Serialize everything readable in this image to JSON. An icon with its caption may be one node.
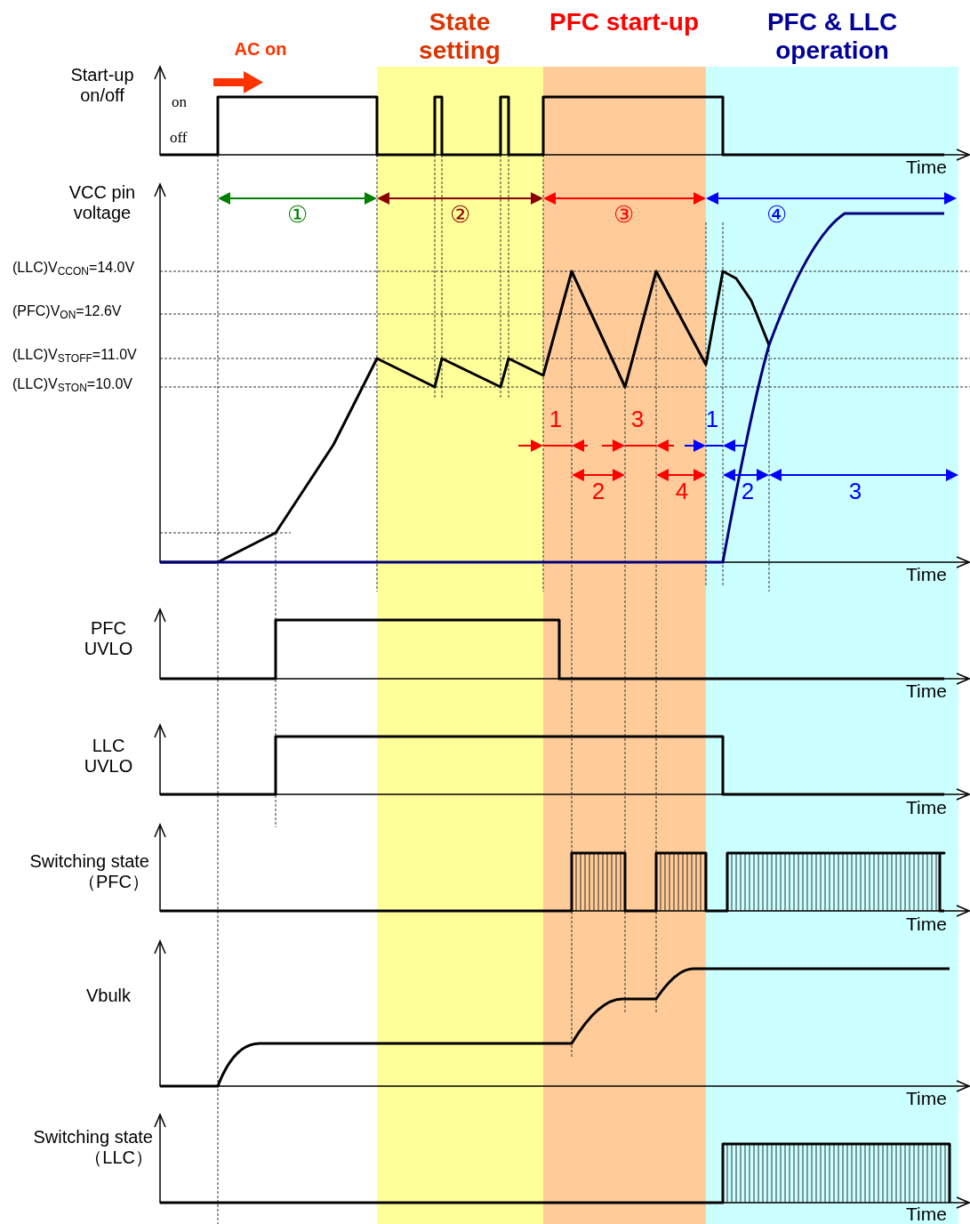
{
  "diagram": {
    "labels": [
      "State setting",
      "PFC start-up",
      "PFC & LLC operation",
      "AC on",
      "Start-up on/off",
      "on",
      "off",
      "Time",
      "VCC pin voltage",
      "①",
      "②",
      "③",
      "④",
      "(LLC)V$_{CCON}$=14.0V",
      "(PFC)V$_{ON}$=12.6V",
      "(LLC)V$_{STOFF}$=11.0V",
      "(LLC)V$_{STON}$=10.0V",
      "1",
      "3",
      "1",
      "2",
      "4",
      "2",
      "3",
      "Time",
      "PFC UVLO",
      "Time",
      "LLC UVLO",
      "Time",
      "Switching state （PFC）",
      "Time",
      "Vbulk",
      "Time",
      "Switching state （LLC）",
      "Time"
    ]
  }
}
